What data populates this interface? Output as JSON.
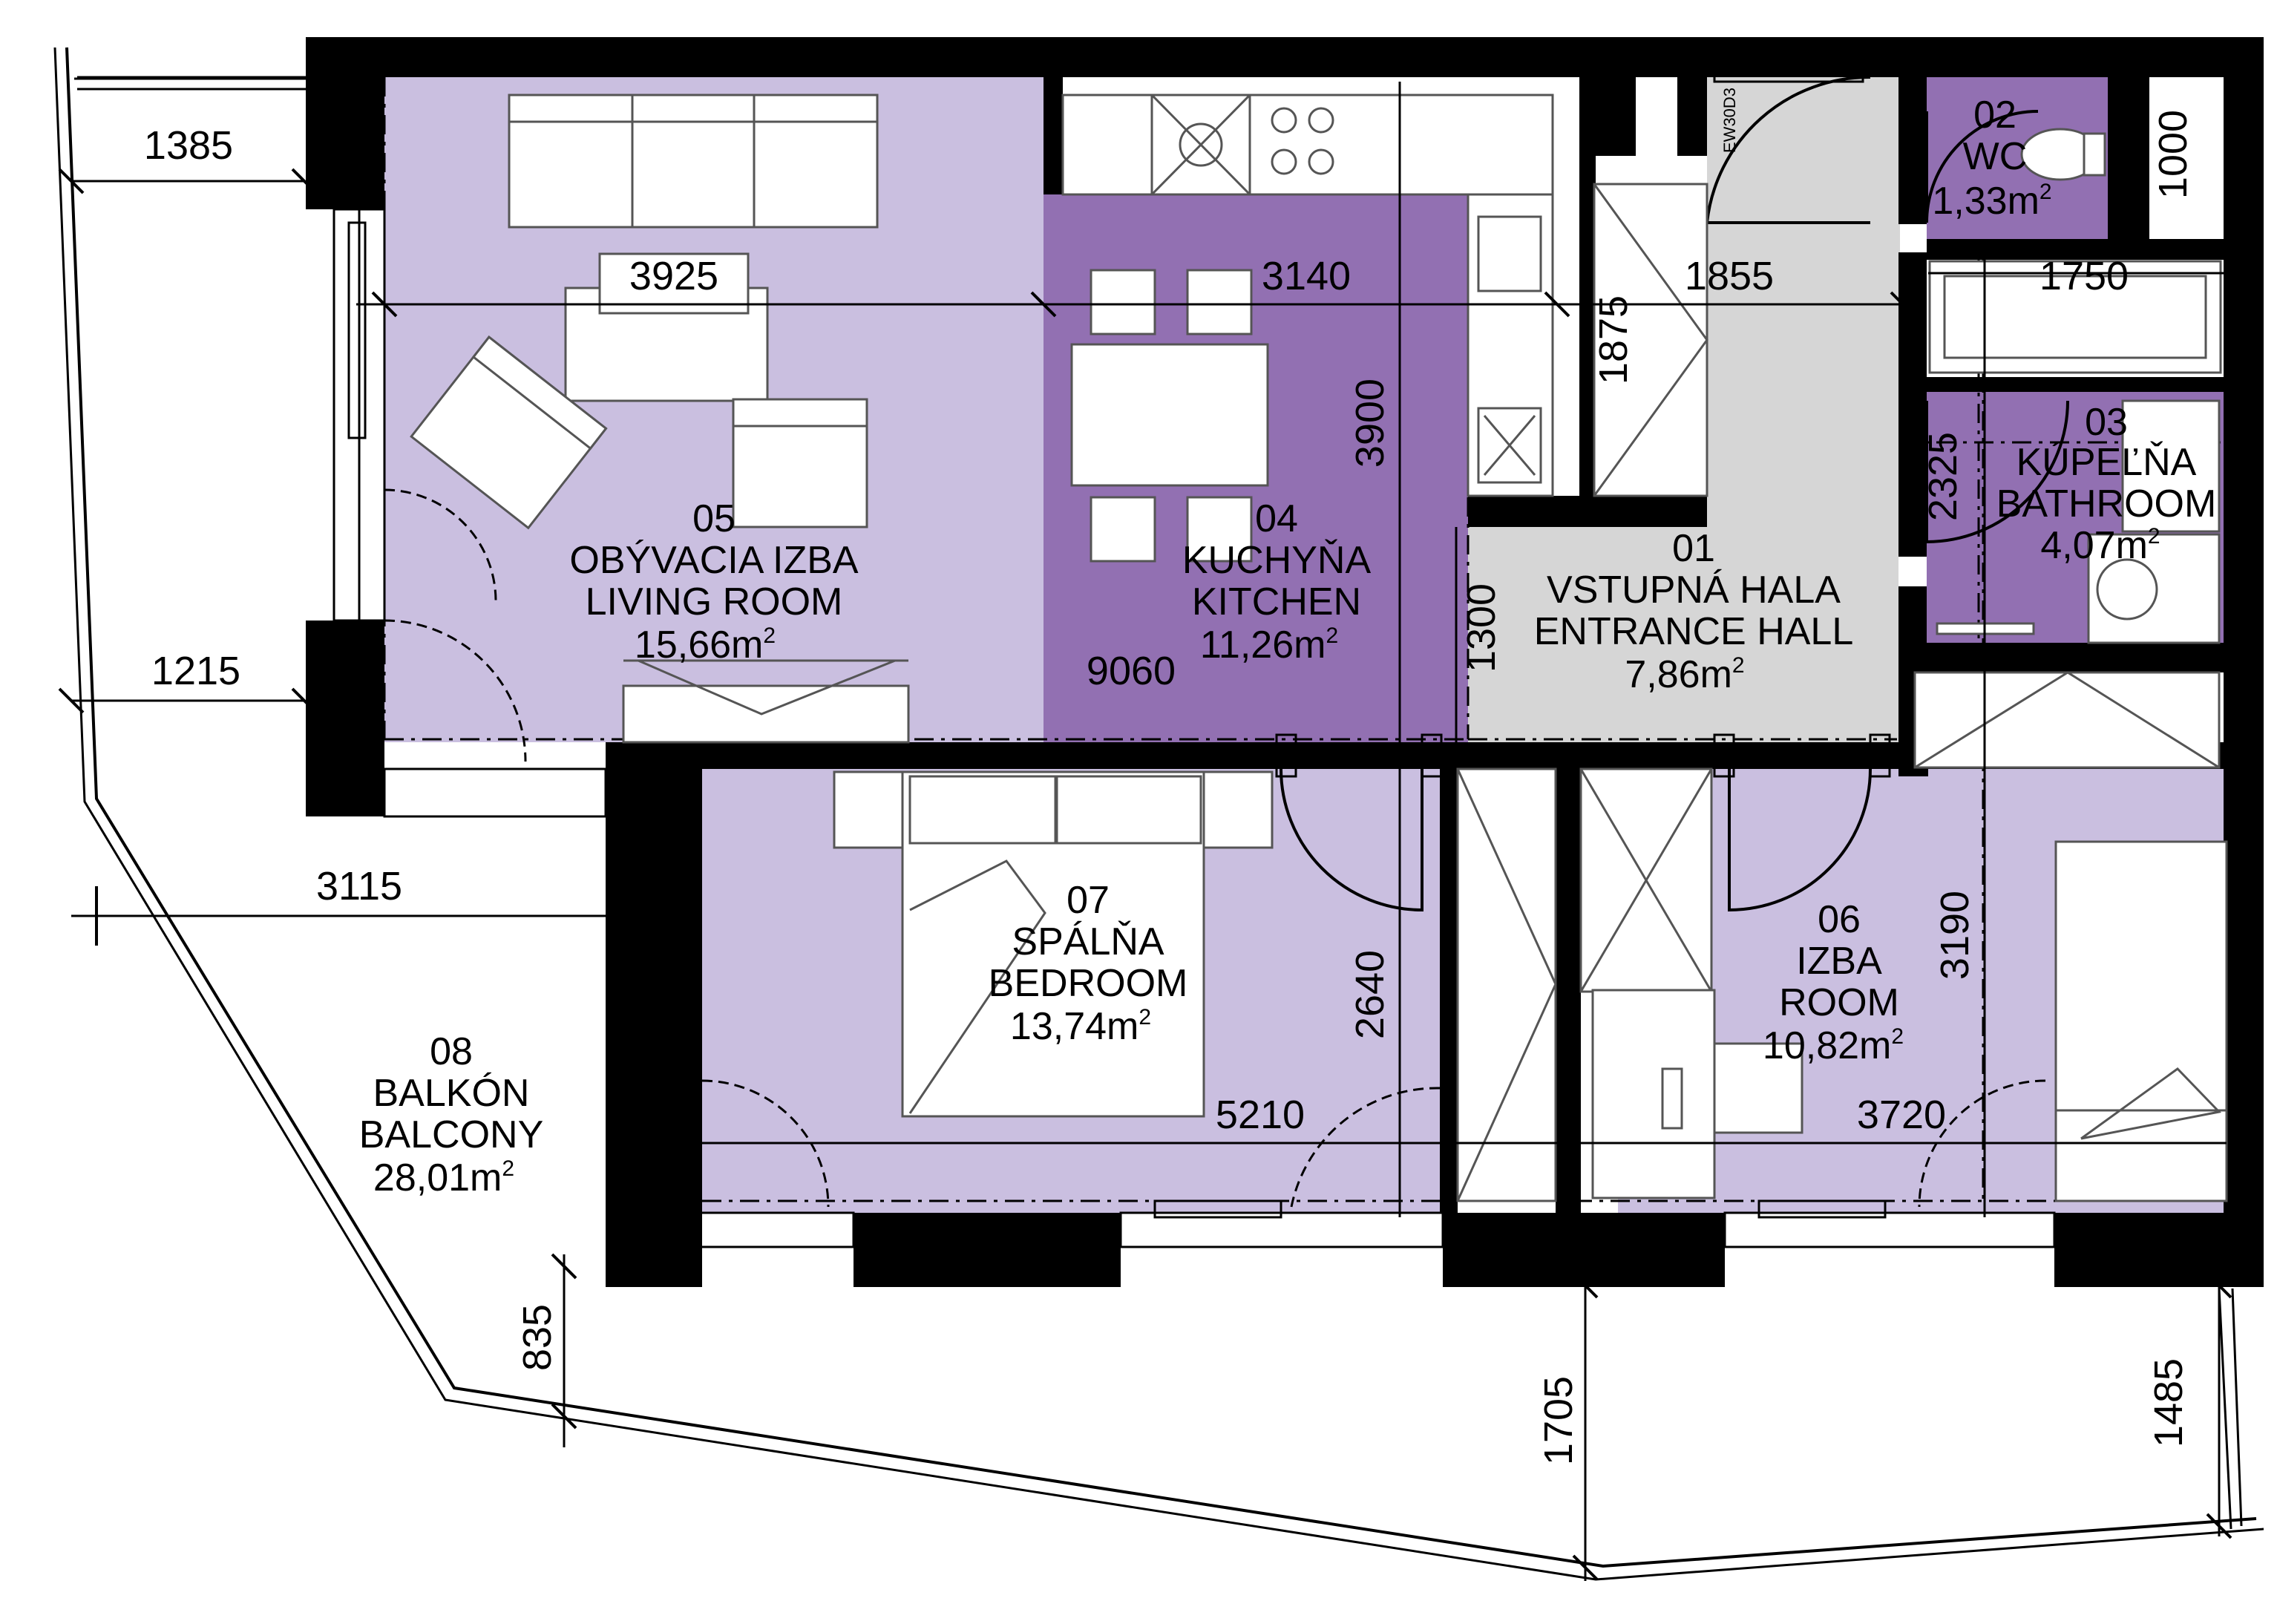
{
  "colors": {
    "light_purple": "#cabfe0",
    "dark_purple": "#9270b2",
    "hall_gray": "#d6d6d6",
    "wall": "#000000"
  },
  "rooms": [
    {
      "id": "living",
      "number": "05",
      "name_sk": "OBÝVACIA IZBA",
      "name_en": "LIVING ROOM",
      "area": "15,66m",
      "unit_sup": "2"
    },
    {
      "id": "kitchen",
      "number": "04",
      "name_sk": "KUCHYŇA",
      "name_en": "KITCHEN",
      "area": "11,26m",
      "unit_sup": "2"
    },
    {
      "id": "hall",
      "number": "01",
      "name_sk": "VSTUPNÁ HALA",
      "name_en": "ENTRANCE HALL",
      "area": "7,86m",
      "unit_sup": "2"
    },
    {
      "id": "wc",
      "number": "02",
      "name_sk": "WC",
      "name_en": "",
      "area": "1,33m",
      "unit_sup": "2"
    },
    {
      "id": "bathroom",
      "number": "03",
      "name_sk": "KÚPEĽŇA",
      "name_en": "BATHROOM",
      "area": "4,07m",
      "unit_sup": "2"
    },
    {
      "id": "bedroom",
      "number": "07",
      "name_sk": "SPÁLŇA",
      "name_en": "BEDROOM",
      "area": "13,74m",
      "unit_sup": "2"
    },
    {
      "id": "room",
      "number": "06",
      "name_sk": "IZBA",
      "name_en": "ROOM",
      "area": "10,82m",
      "unit_sup": "2"
    },
    {
      "id": "balcony",
      "number": "08",
      "name_sk": "BALKÓN",
      "name_en": "BALCONY",
      "area": "28,01m",
      "unit_sup": "2"
    }
  ],
  "dimensions": {
    "living_width": "3925",
    "kitchen_width": "3140",
    "hall_width": "1855",
    "bath_width": "1750",
    "kitchen_depth": "3900",
    "closet_height": "1875",
    "wc_height": "1000",
    "bath_height": "2325",
    "hall_passage": "1300",
    "overall_length": "9060",
    "bedroom_width": "5210",
    "room_width": "3720",
    "bedroom_depth": "2640",
    "room_depth": "3190",
    "balcony_top": "1385",
    "balcony_mid": "1215",
    "balcony_width": "3115",
    "balcony_edge_1": "835",
    "balcony_edge_2": "1705",
    "balcony_edge_3": "1485"
  },
  "door_code": "EW30D3"
}
